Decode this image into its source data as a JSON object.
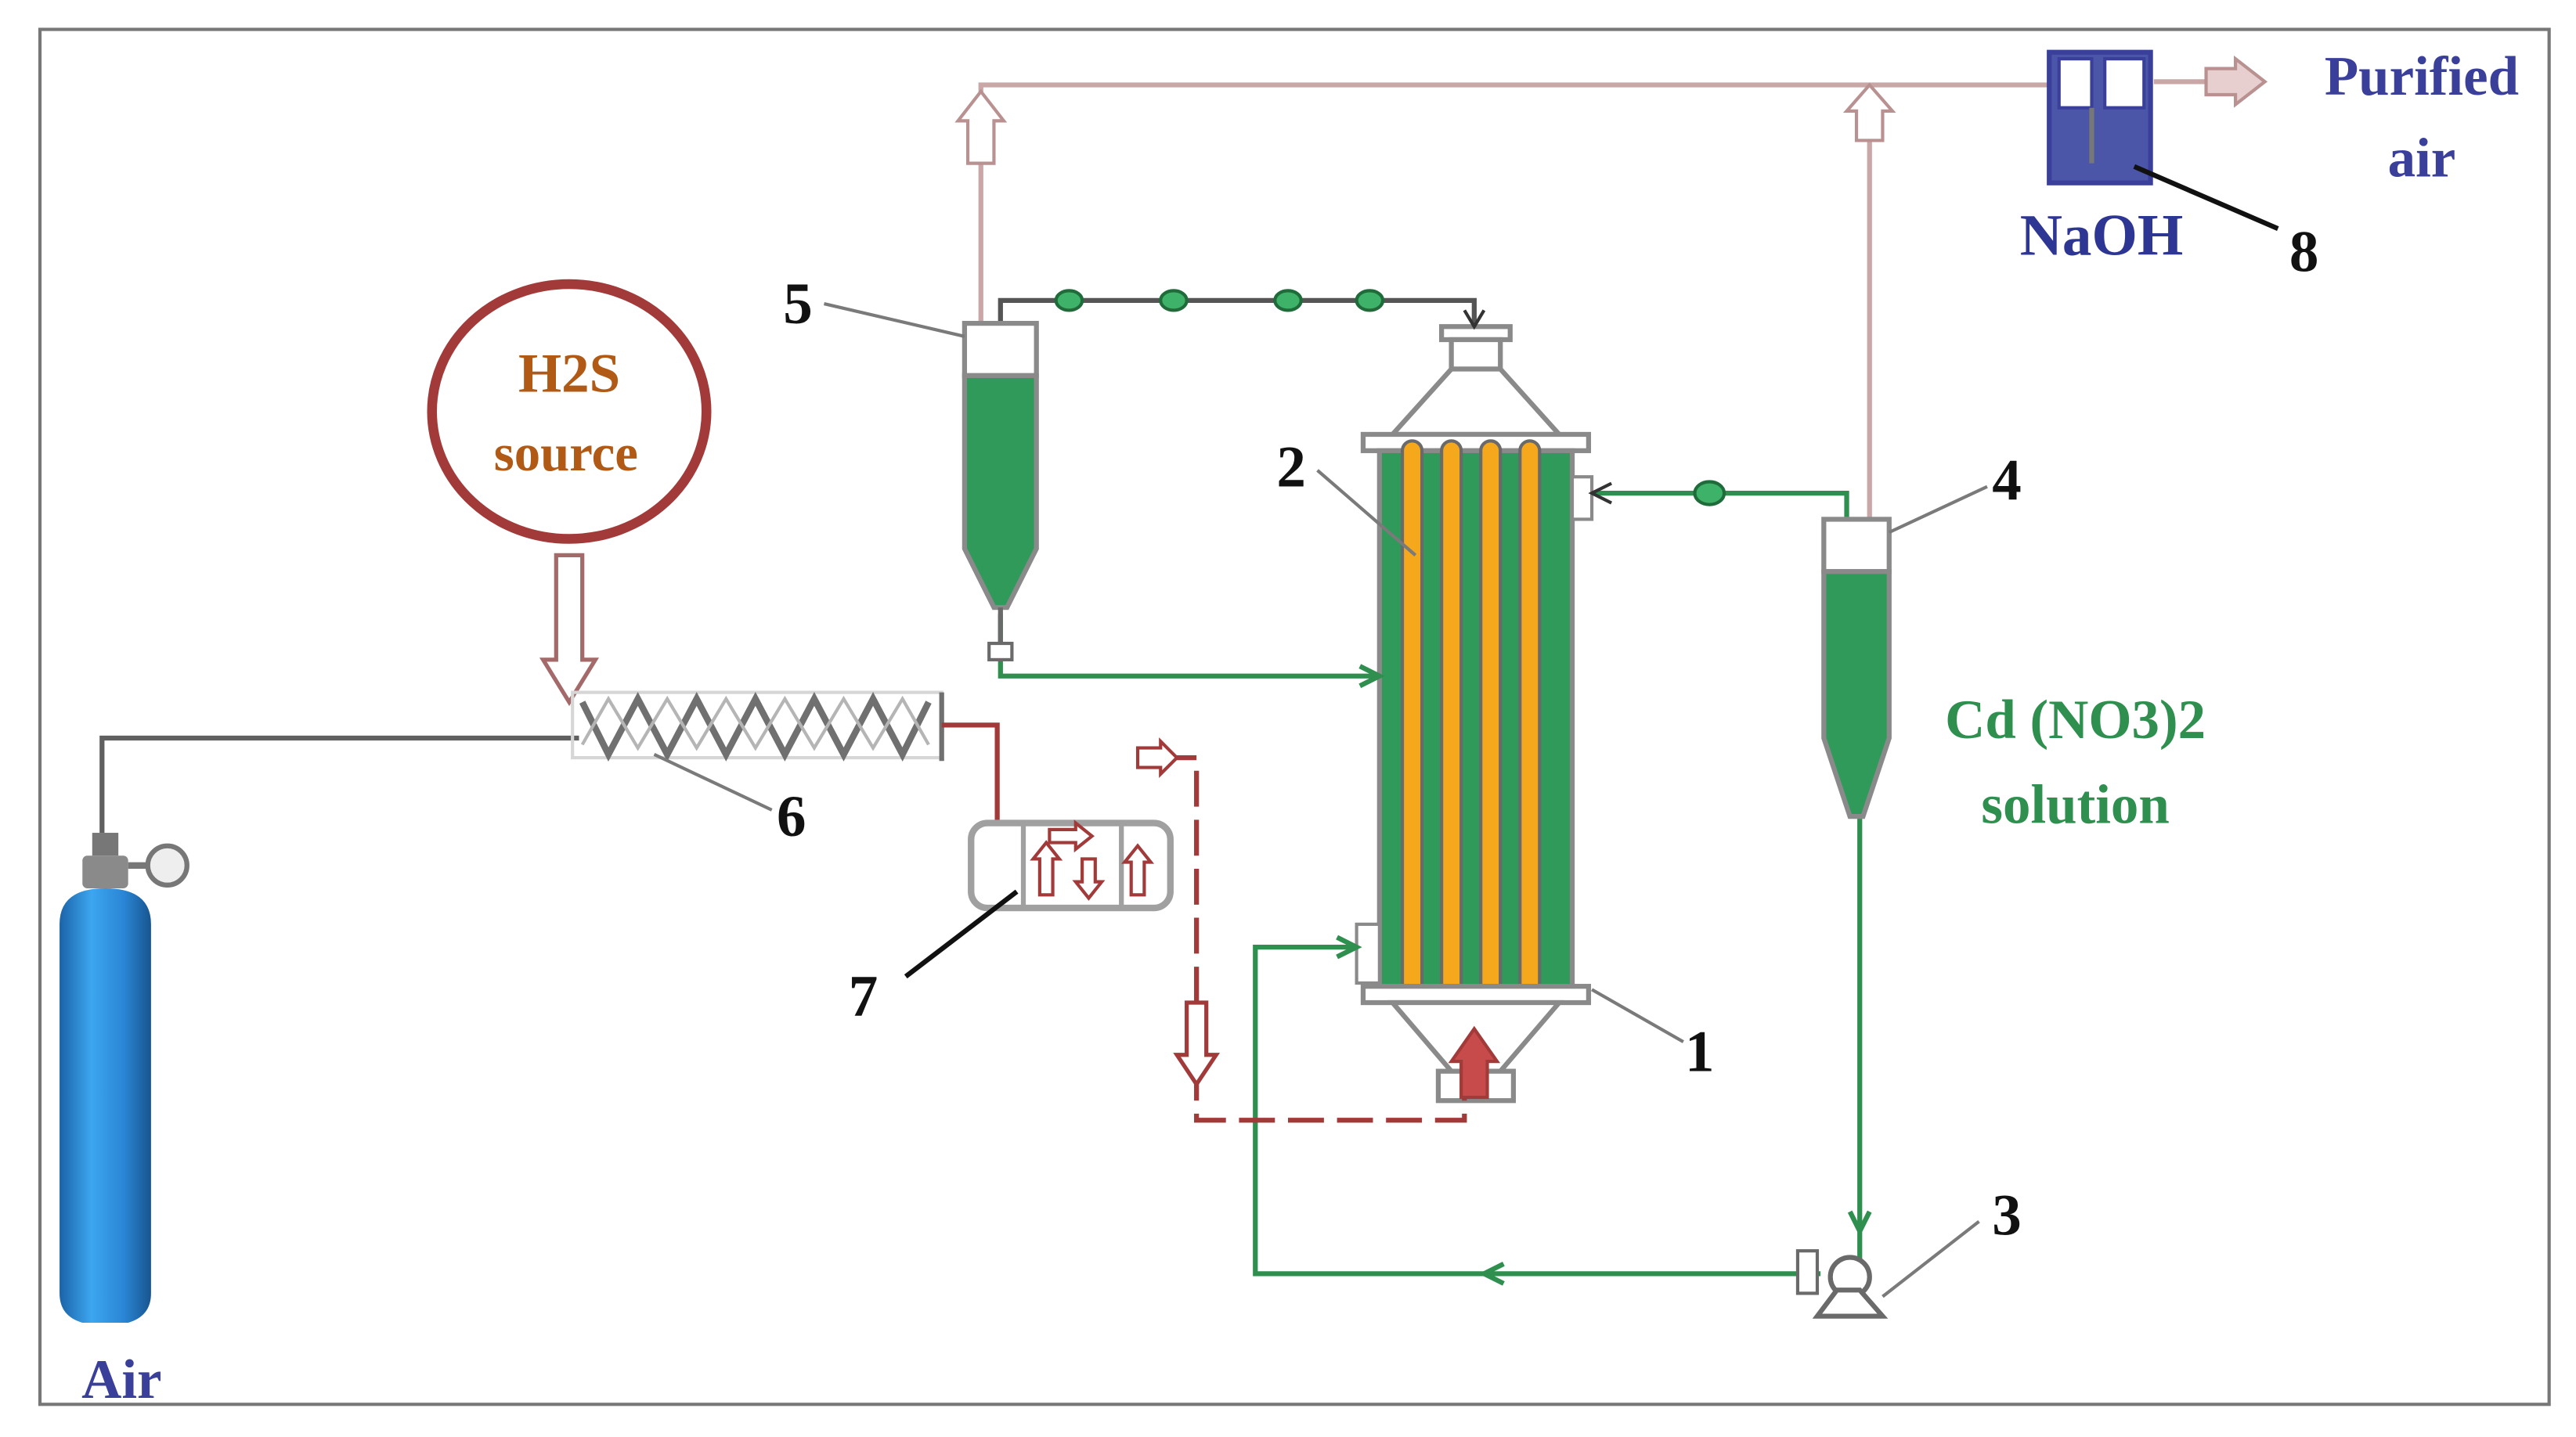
{
  "labels": {
    "h2s_line1": "H2S",
    "h2s_line2": "source",
    "air": "Air",
    "naoh": "NaOH",
    "purified_line1": "Purified",
    "purified_line2": "air",
    "solution_line1": "Cd (NO3)2",
    "solution_line2": "solution"
  },
  "markers": [
    "1",
    "2",
    "3",
    "4",
    "5",
    "6",
    "7",
    "8"
  ],
  "colors": {
    "green_liquid": "#2f9a5a",
    "green_pipe": "#2e8f4f",
    "orange_tube": "#f5a81c",
    "gas_pipe": "#c9a7a7",
    "dark_red": "#a23a3a",
    "navy": "#3a3f9a",
    "brown": "#b05a16",
    "grey": "#808080",
    "cylinder_blue": "#2a86d6"
  },
  "icons": {
    "cylinder": "gas-cylinder-icon",
    "reactor": "tube-reactor-icon",
    "scrubber": "naoh-scrubber-icon",
    "pump": "pump-icon"
  }
}
